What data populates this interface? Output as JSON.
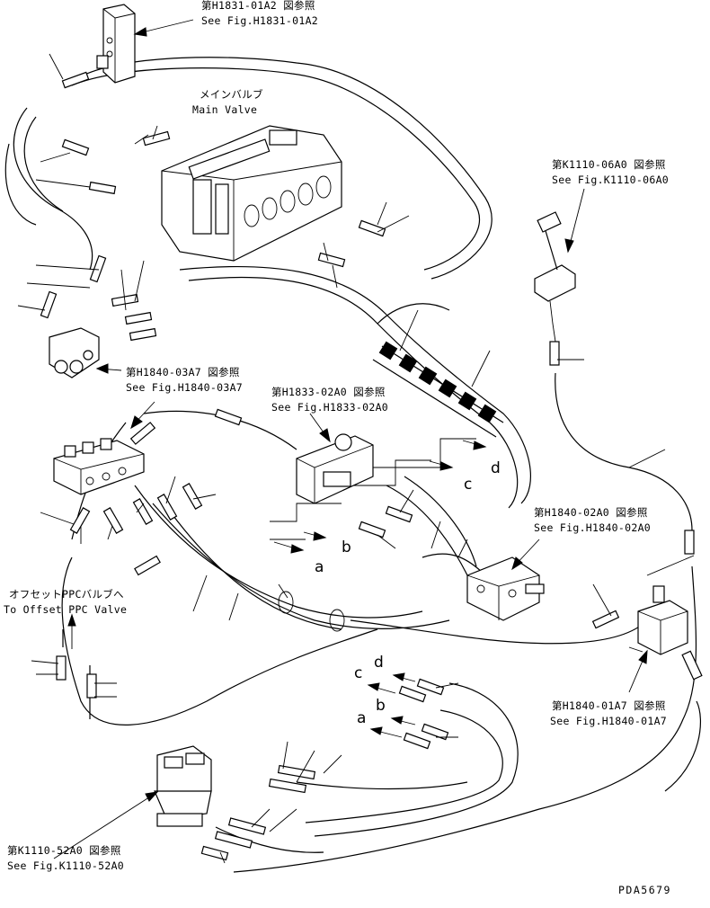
{
  "references": {
    "valve_top": {
      "jp": "第H1831-01A2 図参照",
      "en": "See Fig.H1831-01A2"
    },
    "main_valve": {
      "jp": "メインバルブ",
      "en": "Main Valve"
    },
    "lever": {
      "jp": "第K1110-06A0 図参照",
      "en": "See Fig.K1110-06A0"
    },
    "block_left": {
      "jp": "第H1840-03A7 図参照",
      "en": "See Fig.H1840-03A7"
    },
    "block_center": {
      "jp": "第H1833-02A0 図参照",
      "en": "See Fig.H1833-02A0"
    },
    "block_right": {
      "jp": "第H1840-02A0 図参照",
      "en": "See Fig.H1840-02A0"
    },
    "offset_ppc": {
      "jp": "オフセットPPCバルブへ",
      "en": "To Offset PPC Valve"
    },
    "block_lower_right": {
      "jp": "第H1840-01A7 図参照",
      "en": "See Fig.H1840-01A7"
    },
    "pedal": {
      "jp": "第K1110-52A0 図参照",
      "en": "See Fig.K1110-52A0"
    }
  },
  "connection_letters": {
    "upper": [
      "d",
      "c",
      "b",
      "a"
    ],
    "lower": [
      "d",
      "c",
      "b",
      "a"
    ]
  },
  "drawing_code": "PDA5679"
}
